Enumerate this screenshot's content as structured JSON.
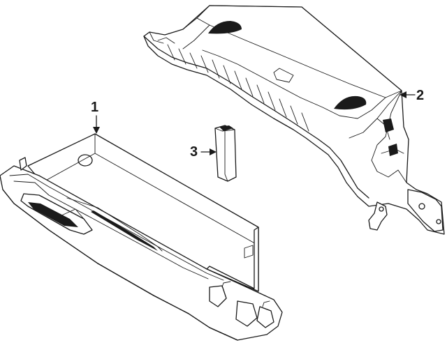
{
  "callouts": {
    "c1": "1",
    "c2": "2",
    "c3": "3"
  },
  "parts": [
    {
      "id": "glove-box-door",
      "callout": "1"
    },
    {
      "id": "glove-box-housing",
      "callout": "2"
    },
    {
      "id": "retainer-clip",
      "callout": "3"
    }
  ]
}
